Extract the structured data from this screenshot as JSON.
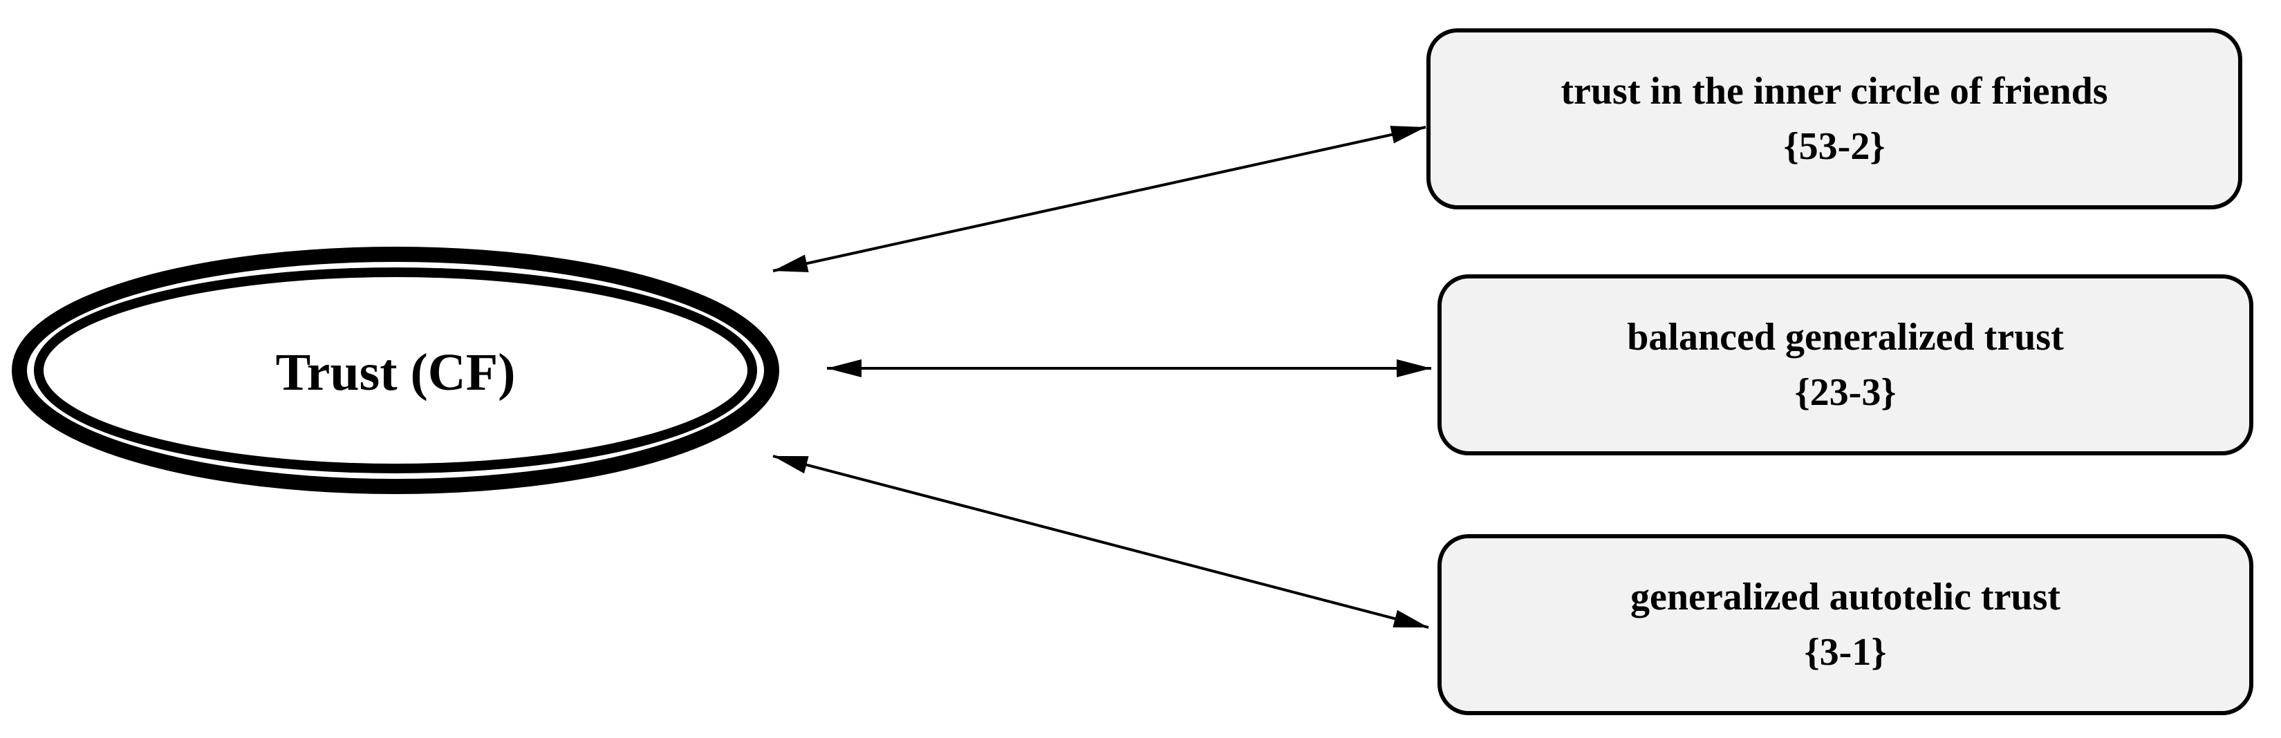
{
  "central_node": {
    "label": "Trust (CF)"
  },
  "nodes": [
    {
      "title": "trust in the inner circle of friends",
      "code": "{53-2}"
    },
    {
      "title": "balanced generalized trust",
      "code": "{23-3}"
    },
    {
      "title": "generalized autotelic trust",
      "code": "{3-1}"
    }
  ],
  "colors": {
    "box_fill": "#f2f2f2",
    "stroke": "#000000",
    "background": "#ffffff"
  }
}
